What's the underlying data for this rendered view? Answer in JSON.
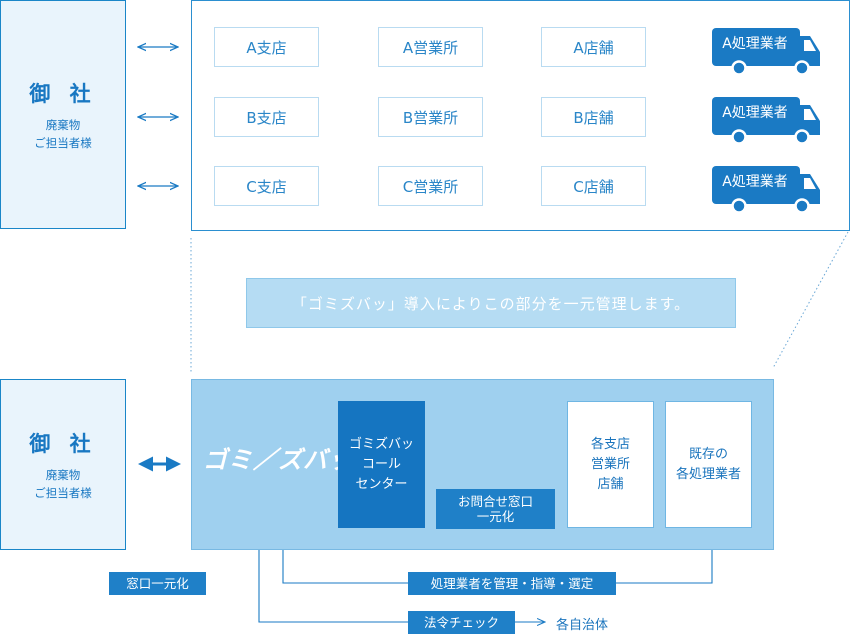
{
  "colors": {
    "primary": "#1a7ac4",
    "panel_border": "#2b8fd0",
    "node_border": "#b9dbf1",
    "banner": "#b5dcf3",
    "lower_bg": "#9fd0ef",
    "dark": "#1575c1"
  },
  "top": {
    "client": {
      "name": "御 社",
      "sub_1": "廃棄物",
      "sub_2": "ご担当者様"
    },
    "rows": [
      {
        "branch": "A支店",
        "office": "A営業所",
        "store": "A店舗",
        "vendor": "A処理業者"
      },
      {
        "branch": "B支店",
        "office": "B営業所",
        "store": "B店舗",
        "vendor": "A処理業者"
      },
      {
        "branch": "C支店",
        "office": "C営業所",
        "store": "C店舗",
        "vendor": "A処理業者"
      }
    ]
  },
  "banner": {
    "text": "「ゴミズバッ」導入によりこの部分を一元管理します。"
  },
  "bottom": {
    "client": {
      "name": "御 社",
      "sub_1": "廃棄物",
      "sub_2": "ご担当者様"
    },
    "logo": {
      "text": "ゴミ／ズバッ"
    },
    "call_center": {
      "line1": "ゴミズバッ",
      "line2": "コール",
      "line3": "センター"
    },
    "inquiry": {
      "line1": "お問合せ窓口",
      "line2": "一元化"
    },
    "locations": {
      "line1": "各支店",
      "line2": "営業所",
      "line3": "店舗"
    },
    "vendors": {
      "line1": "既存の",
      "line2": "各処理業者"
    },
    "window_tag": "窓口一元化",
    "manage_tag": "処理業者を管理・指導・選定",
    "legal_tag": "法令チェック",
    "municipality": "各自治体"
  }
}
